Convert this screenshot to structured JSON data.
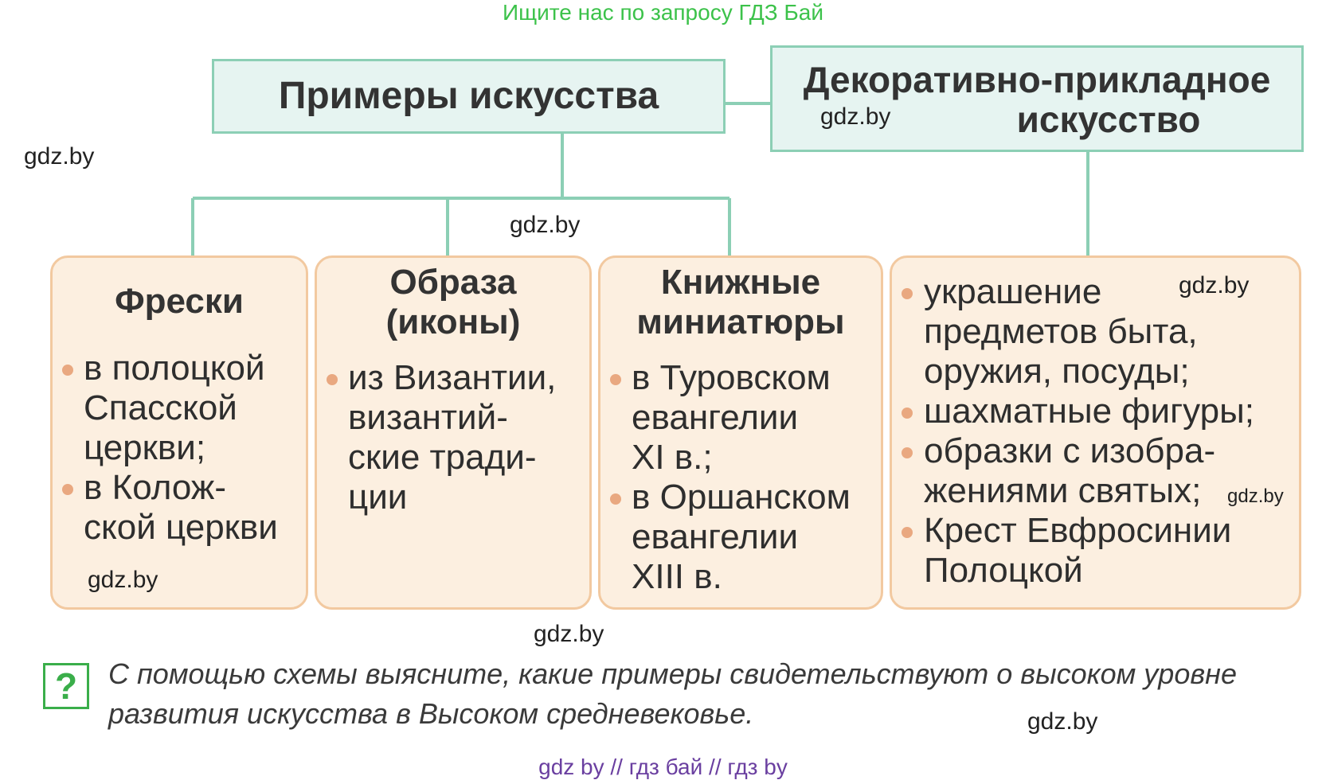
{
  "banner": "Ищите нас по запросу ГДЗ Бай",
  "diagram": {
    "root": "Примеры искусства",
    "decorative": {
      "line1": "Декоративно-прикладное",
      "line2": "искусство"
    },
    "cards": [
      {
        "title": "Фрески",
        "items": [
          "в полоцкой\nСпасской\nцеркви;",
          "в Колож-\nской церкви"
        ]
      },
      {
        "title_line1": "Образа",
        "title_line2": "(иконы)",
        "items": [
          "из Византии,\nвизантий-\nские тради-\nции"
        ]
      },
      {
        "title_line1": "Книжные",
        "title_line2": "миниатюры",
        "items": [
          "в Туровском\nевангелии\nXI в.;",
          "в Оршанском\nевангелии\nXIII в."
        ]
      },
      {
        "items": [
          "украшение\nпредметов быта,\nоружия, посуды;",
          "шахматные фигуры;",
          "образки с изобра-\nжениями святых;",
          "Крест Евфросинии\nПолоцкой"
        ]
      }
    ]
  },
  "question": {
    "icon": "?",
    "text": "С помощью схемы выясните, какие примеры свидетельствуют о высоком уровне\nразвития искусства в Высоком средневековье."
  },
  "watermark": "gdz.by",
  "footer": "gdz by  //  гдз бай  //  гдз by",
  "colors": {
    "banner": "#3cc24a",
    "box_fill": "#e6f4f1",
    "box_border": "#8ccfb5",
    "card_fill": "#fcefe0",
    "card_border": "#f2c9a0",
    "bullet": "#e9a880",
    "question_icon": "#3aae4a",
    "footer": "#6a3fa0"
  }
}
